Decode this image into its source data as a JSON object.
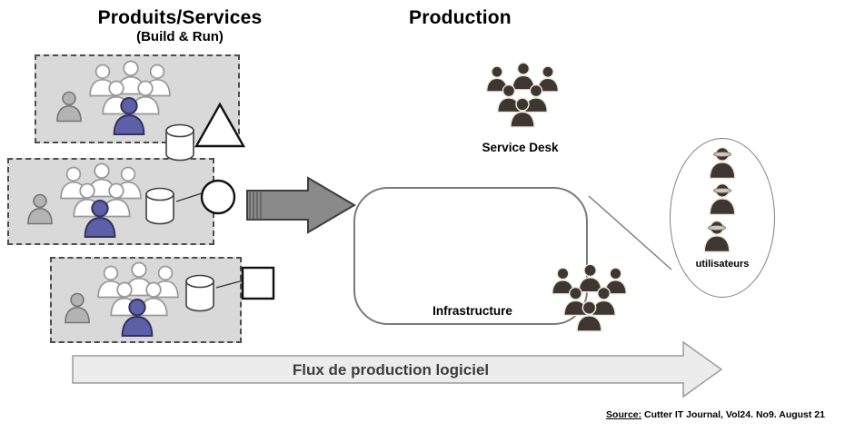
{
  "titles": {
    "products": "Produits/Services",
    "products_sub": "(Build & Run)",
    "production": "Production"
  },
  "labels": {
    "service_desk": "Service Desk",
    "infrastructure": "Infrastructure",
    "users": "utilisateurs",
    "flow": "Flux de production logiciel"
  },
  "source": {
    "prefix": "Source:",
    "citation": " Cutter IT Journal, Vol24. No9. August 21"
  },
  "teams": [
    {
      "id": "team-1",
      "artifact": "database-cylinder",
      "shape": "triangle"
    },
    {
      "id": "team-2",
      "artifact": "database-cylinder",
      "shape": "circle"
    },
    {
      "id": "team-3",
      "artifact": "database-cylinder",
      "shape": "square"
    }
  ],
  "colors": {
    "box_fill": "#d9d9d9",
    "box_border": "#4d4d4d",
    "accent_member": "#5d60a9",
    "lead_member": "#b3b3b3",
    "dark_group": "#3e3731",
    "big_arrow": "#898989",
    "flow_arrow_fill": "#ececec",
    "boundary_outline": "#7a7a7a"
  }
}
